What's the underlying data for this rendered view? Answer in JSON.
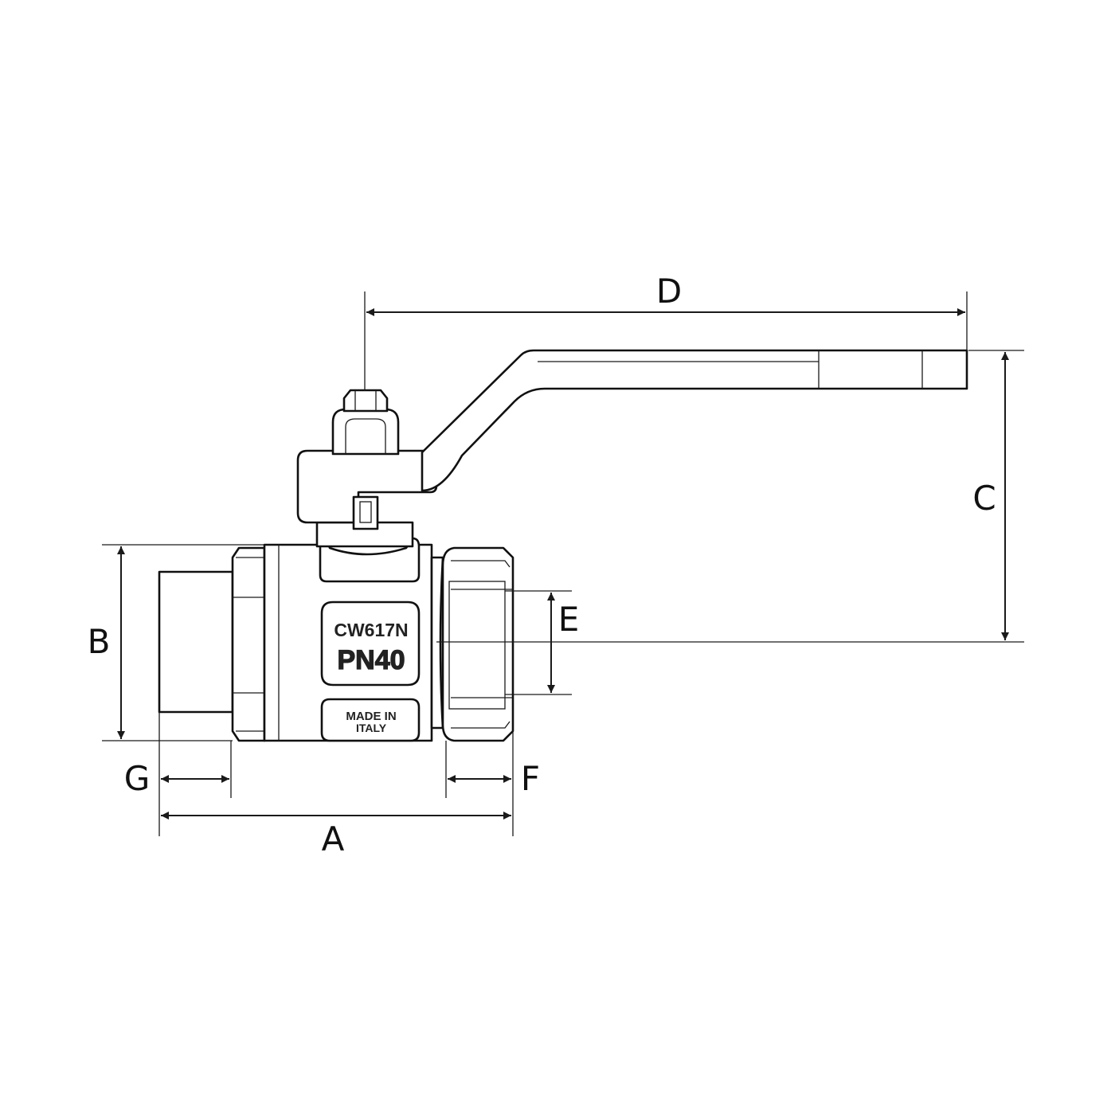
{
  "dimensions": {
    "A": "A",
    "B": "B",
    "C": "C",
    "D": "D",
    "E": "E",
    "F": "F",
    "G": "G"
  },
  "body_markings": {
    "material": "CW617N",
    "pressure": "PN40",
    "origin_line1": "MADE IN",
    "origin_line2": "ITALY"
  }
}
